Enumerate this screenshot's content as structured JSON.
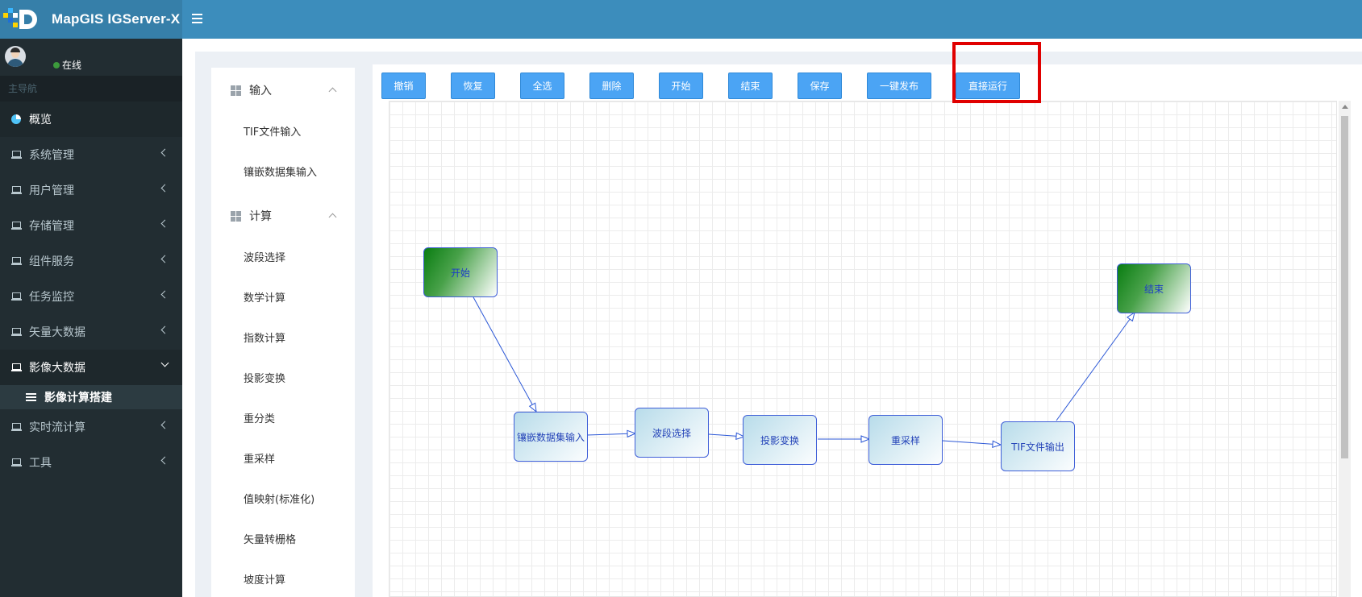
{
  "app": {
    "title": "MapGIS IGServer-X"
  },
  "user": {
    "status": "在线"
  },
  "sidebar": {
    "nav_header": "主导航",
    "overview": "概览",
    "items": [
      {
        "label": "系统管理"
      },
      {
        "label": "用户管理"
      },
      {
        "label": "存储管理"
      },
      {
        "label": "组件服务"
      },
      {
        "label": "任务监控"
      },
      {
        "label": "矢量大数据"
      },
      {
        "label": "影像大数据"
      },
      {
        "label": "实时流计算"
      },
      {
        "label": "工具"
      }
    ],
    "active_sub": "影像计算搭建"
  },
  "tools": {
    "categories": [
      {
        "label": "输入",
        "items": [
          "TIF文件输入",
          "镶嵌数据集输入"
        ]
      },
      {
        "label": "计算",
        "items": [
          "波段选择",
          "数学计算",
          "指数计算",
          "投影变换",
          "重分类",
          "重采样",
          "值映射(标准化)",
          "矢量转栅格",
          "坡度计算"
        ]
      }
    ]
  },
  "toolbar": {
    "buttons": [
      "撤销",
      "恢复",
      "全选",
      "删除",
      "开始",
      "结束",
      "保存",
      "一键发布",
      "直接运行"
    ]
  },
  "flow": {
    "nodes": [
      {
        "id": "start",
        "label": "开始",
        "kind": "terminal"
      },
      {
        "id": "mosaic",
        "label": "镶嵌数据集输入",
        "kind": "process"
      },
      {
        "id": "band",
        "label": "波段选择",
        "kind": "process"
      },
      {
        "id": "proj",
        "label": "投影变换",
        "kind": "process"
      },
      {
        "id": "resample",
        "label": "重采样",
        "kind": "process"
      },
      {
        "id": "tifout",
        "label": "TIF文件输出",
        "kind": "process"
      },
      {
        "id": "end",
        "label": "结束",
        "kind": "terminal"
      }
    ],
    "edges": [
      [
        "start",
        "mosaic"
      ],
      [
        "mosaic",
        "band"
      ],
      [
        "band",
        "proj"
      ],
      [
        "proj",
        "resample"
      ],
      [
        "resample",
        "tifout"
      ],
      [
        "tifout",
        "end"
      ]
    ]
  },
  "colors": {
    "header": "#3c8dbc",
    "sidebar": "#222d32",
    "button": "#4ba4f4",
    "highlight": "#e00000",
    "node_border": "#3f5fd8"
  }
}
